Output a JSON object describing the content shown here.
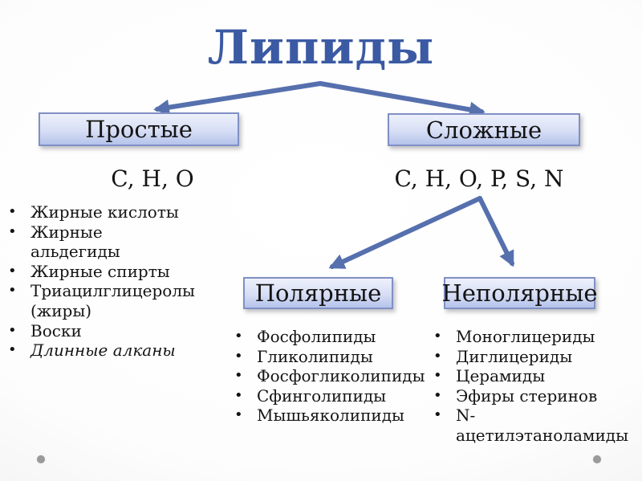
{
  "title": "Липиды",
  "nodes": {
    "simple": {
      "label": "Простые",
      "formula": "C, H, O",
      "items": [
        "Жирные кислоты",
        "Жирные альдегиды",
        "Жирные спирты",
        "Триацилглицеролы (жиры)",
        "Воски",
        {
          "text": "Длинные алканы",
          "italic": true
        }
      ]
    },
    "complex": {
      "label": "Сложные",
      "formula": "C, H, O, P, S, N"
    },
    "polar": {
      "label": "Полярные",
      "items": [
        "Фосфолипиды",
        "Гликолипиды",
        "Фосфогликолипиды",
        "Сфинголипиды",
        "Мышьяколипиды"
      ]
    },
    "nonpolar": {
      "label": "Неполярные",
      "items": [
        "Моноглицериды",
        "Диглицериды",
        "Церамиды",
        "Эфиры стеринов",
        "N-ацетилэтаноламиды"
      ]
    }
  },
  "colors": {
    "title_color": "#3b5aa3",
    "arrow_color": "#5670ae",
    "box_border": "#8090c5",
    "box_top": "#eef1fb",
    "box_mid": "#d7def5",
    "box_bottom": "#b5c3eb",
    "text_color": "#141414",
    "dot_color": "#9a9a9a"
  }
}
